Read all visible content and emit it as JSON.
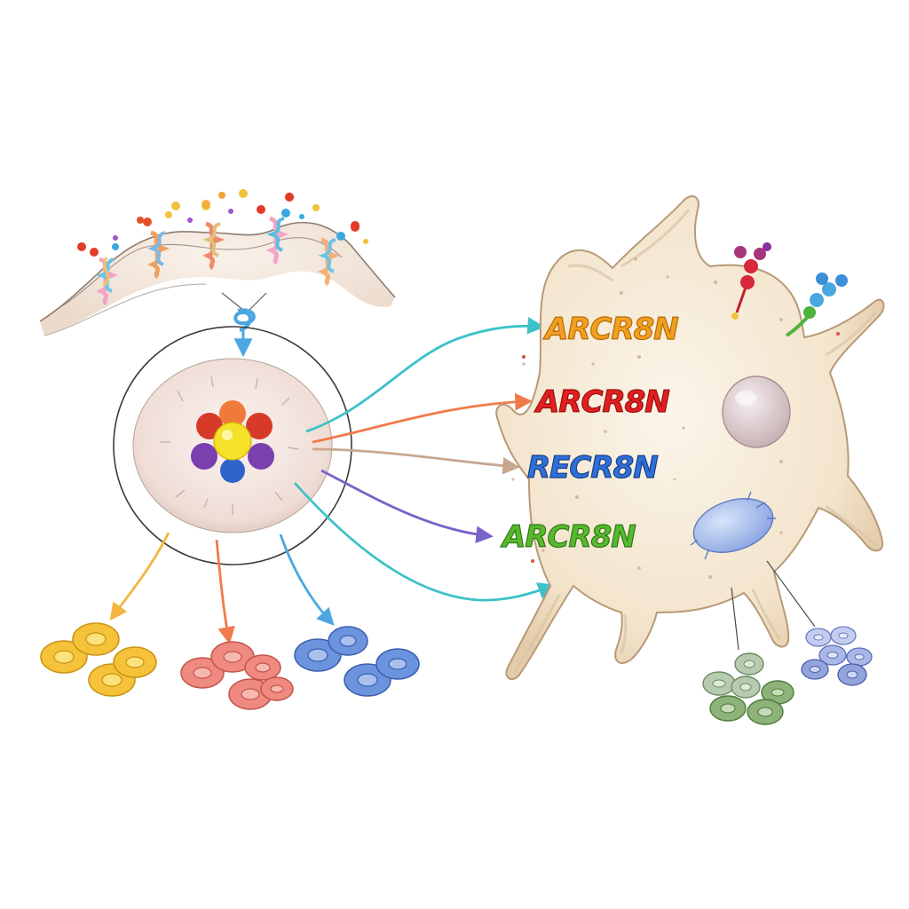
{
  "labels": [
    {
      "text": "ARCR8N",
      "color": "#f0a020",
      "outline": "#b86a00"
    },
    {
      "text": "ARCR8N",
      "color": "#e02020",
      "outline": "#9a0d0d"
    },
    {
      "text": "RECR8N",
      "color": "#2f6fd6",
      "outline": "#17408a"
    },
    {
      "text": "ARCR8N",
      "color": "#58b830",
      "outline": "#2d7a12"
    }
  ],
  "colors": {
    "arrow_teal": "#3cc2c9",
    "arrow_orange": "#f07a4a",
    "arrow_tan": "#c9a690",
    "arrow_purple": "#7a62c8",
    "arrow_blue": "#4aa7e0",
    "arrow_yellow": "#f2b640",
    "cell_cream": "#f5e9d6",
    "cluster_yellow": "#f5c23a",
    "cluster_red": "#ee8a80",
    "cluster_blue": "#6c94de",
    "cluster_green": "#8db27a",
    "cluster_lavender": "#93a4dc"
  }
}
